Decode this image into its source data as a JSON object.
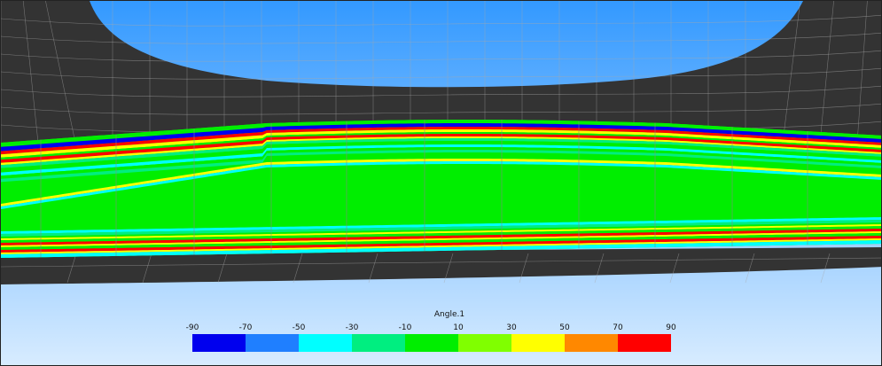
{
  "legend": {
    "title": "Angle.1",
    "ticks": [
      "-90",
      "-70",
      "-50",
      "-30",
      "-10",
      "10",
      "30",
      "50",
      "70",
      "90"
    ],
    "colors": [
      "#0000ee",
      "#1f7fff",
      "#00ffff",
      "#00ee80",
      "#00ee00",
      "#80ff00",
      "#ffff00",
      "#ff8800",
      "#ff0000"
    ]
  },
  "colors": {
    "background_top": "#3399ff",
    "background_bottom": "#cfe7ff",
    "mesh_surface": "#333333",
    "mesh_lines": "#a8a8a8",
    "ply_bulk": "#00ee00"
  }
}
